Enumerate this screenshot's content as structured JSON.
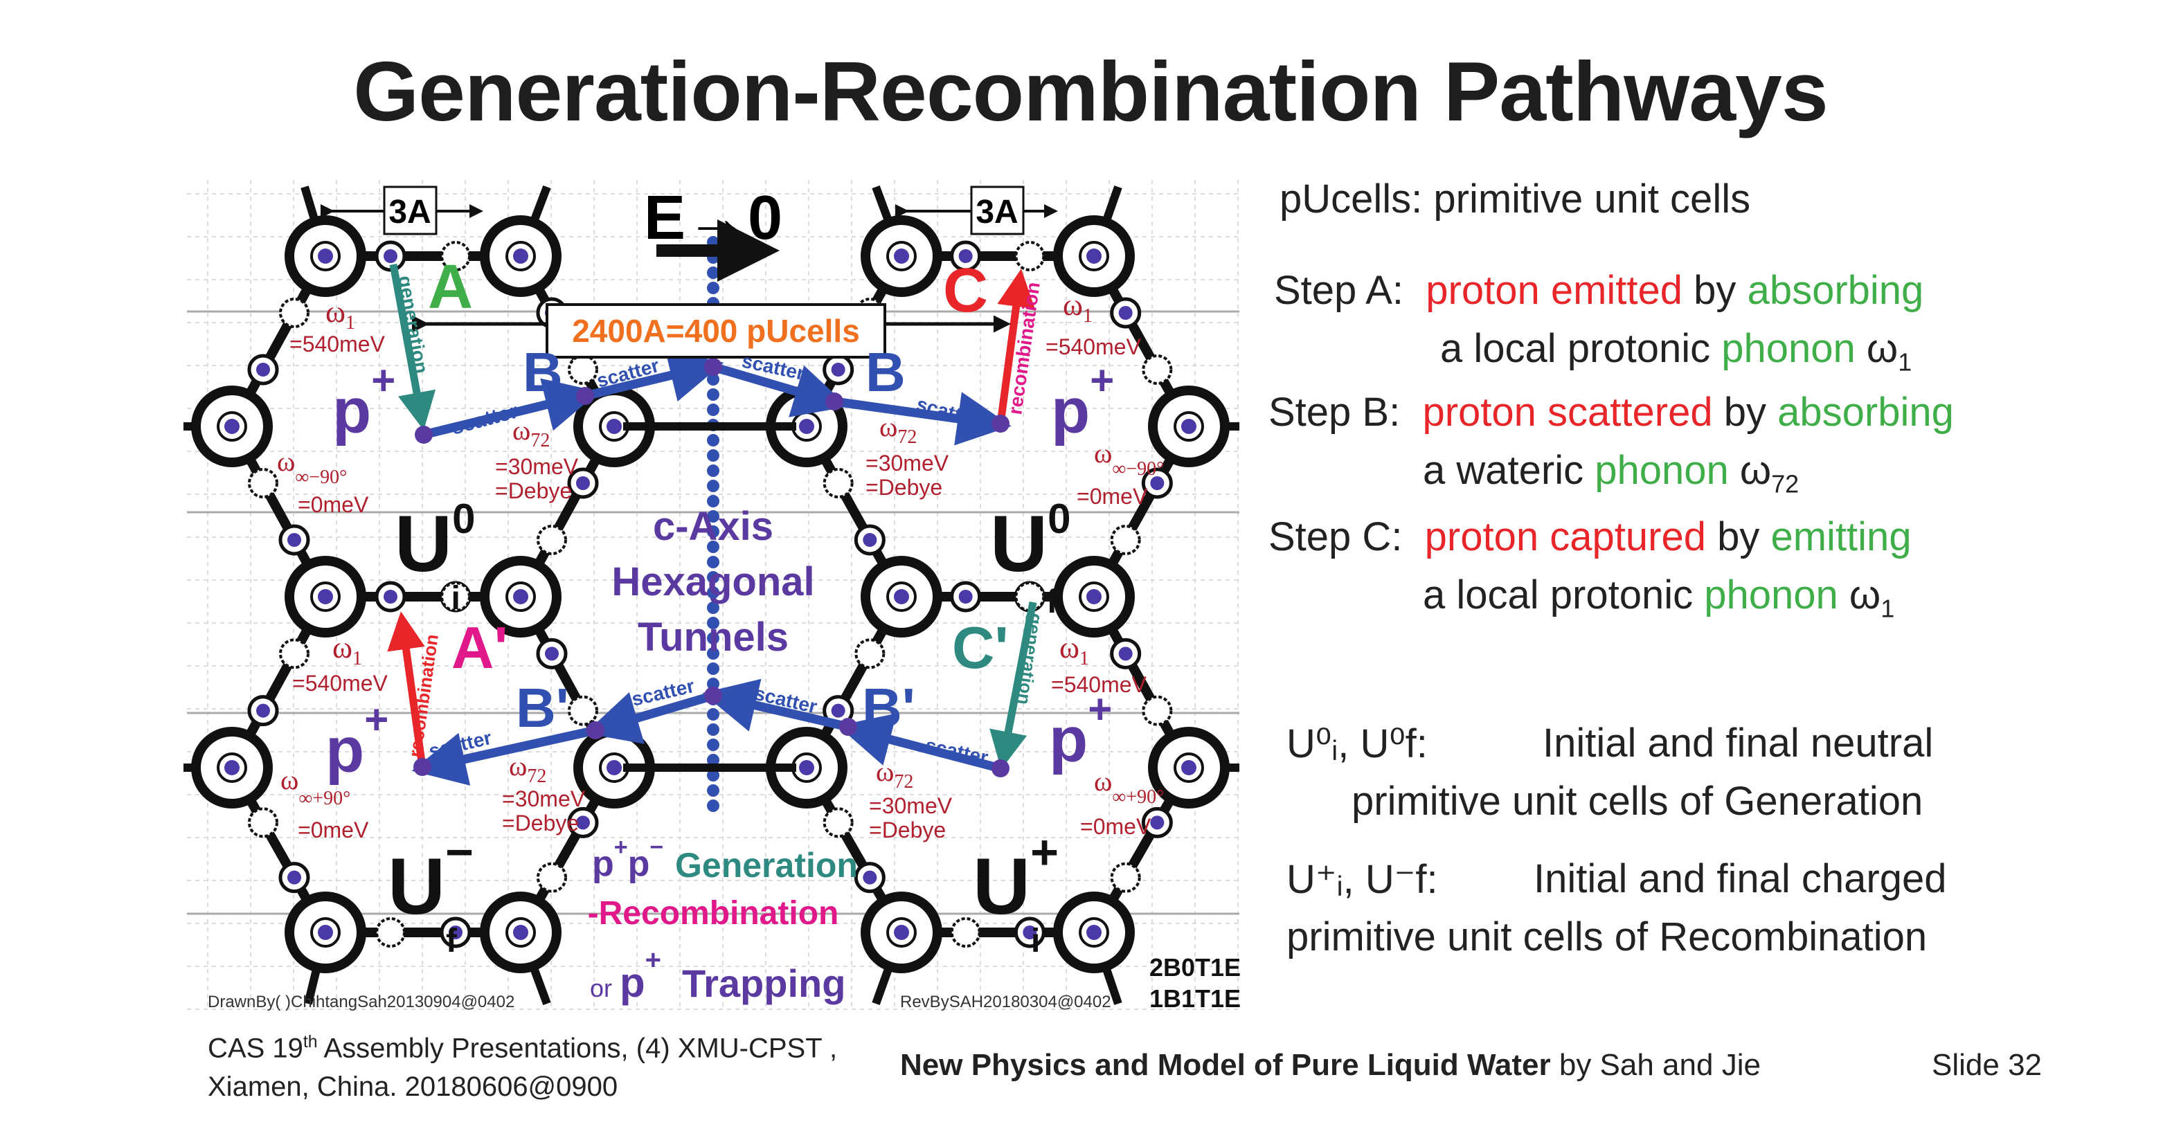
{
  "title": "Generation-Recombination Pathways",
  "right_text": {
    "pucells": "pUcells:  primitive unit cells",
    "steps": [
      {
        "label": "Step A:",
        "red": "proton emitted",
        "mid": "by",
        "green": "absorbing",
        "line2_a": "a local protonic",
        "line2_green": "phonon",
        "line2_sym": "ω",
        "line2_sub": "1"
      },
      {
        "label": "Step B:",
        "red": "proton scattered",
        "mid": "by",
        "green": "absorbing",
        "line2_a": "a wateric",
        "line2_green": "phonon",
        "line2_sym": "ω",
        "line2_sub": "72"
      },
      {
        "label": "Step C:",
        "red": "proton captured",
        "mid": "by",
        "green": "emitting",
        "line2_a": "a local protonic",
        "line2_green": "phonon",
        "line2_sym": "ω",
        "line2_sub": "1"
      }
    ],
    "neutral": {
      "term": "U⁰ᵢ, U⁰f:",
      "desc1": "Initial and final neutral",
      "desc2": "primitive unit cells of Generation"
    },
    "charged": {
      "term": "U⁺ᵢ, U⁻f:",
      "desc1": "Initial and final charged",
      "desc2": "primitive unit cells of Recombination"
    }
  },
  "diagram": {
    "scale_box": "3A",
    "field": "E→0",
    "length_box": "2400A=400 pUcells",
    "labels": {
      "A": "A",
      "A_prime": "A'",
      "B": "B",
      "B_prime": "B'",
      "C": "C",
      "C_prime": "C'",
      "p": "p",
      "plus": "+",
      "minus": "−",
      "scatter": "scatter",
      "generation": "generation",
      "recombination": "recombination",
      "omega": "ω",
      "sub1": "1",
      "sub72": "72",
      "sub_inf_m90": "∞−90°",
      "sub_inf_p90": "∞+90°",
      "e540": "=540meV",
      "e30": "=30meV",
      "debye": "=Debye",
      "e0": "=0meV",
      "U": "U",
      "sup0": "0",
      "sub_i": "i",
      "sub_f": "f"
    },
    "tunnel": [
      "c-Axis",
      "Hexagonal",
      "Tunnels"
    ],
    "gr_line1_p": "p",
    "gr_line1_text": "Generation",
    "gr_line2": "-Recombination",
    "gr_line3_or": "or",
    "gr_line3_text": "Trapping",
    "drawn_by": "DrawnBy(   )ChihtangSah20130904@0402",
    "rev_by": "RevBySAH20180304@0402",
    "codes": [
      "2B0T1E",
      "1B1T1E"
    ]
  },
  "footer": {
    "left_1a": "CAS 19",
    "left_1sup": "th",
    "left_1b": " Assembly  Presentations, (4) XMU-CPST ,",
    "left_2": "Xiamen, China.  20180606@0900",
    "talk_title": "New Physics and Model of Pure Liquid Water",
    "authors": " by Sah and Jie",
    "slide": "Slide 32"
  },
  "colors": {
    "proton": "#5a3aa0",
    "arrow": "#3150b0",
    "red": "#e8262a",
    "green": "#3fae49",
    "teal": "#2e8a80",
    "magenta": "#e0188a",
    "orange": "#f07020",
    "omega": "#b0202e"
  }
}
